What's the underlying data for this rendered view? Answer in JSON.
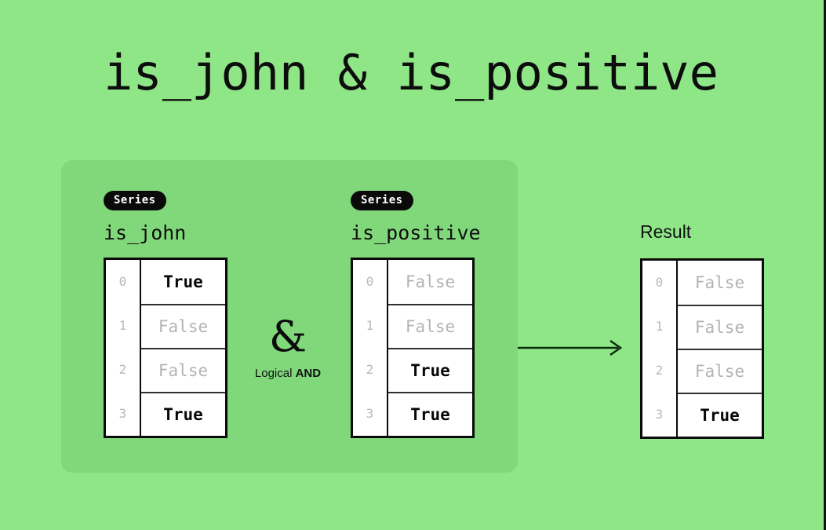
{
  "title": "is_john & is_positive",
  "operator": {
    "symbol": "&",
    "caption_prefix": "Logical ",
    "caption_bold": "AND",
    "arrow_icon": "right-arrow-icon"
  },
  "colors": {
    "page_background": "#8fe687",
    "panel_background": "#80d87b",
    "true_text": "#070707",
    "false_text": "#b3b3b3",
    "index_text": "#b9b9b9",
    "badge_background": "#0a0a0a",
    "badge_text": "#ffffff",
    "border": "#0a0a0a"
  },
  "operands": [
    {
      "badge": "Series",
      "name": "is_john",
      "indices": [
        "0",
        "1",
        "2",
        "3"
      ],
      "values": [
        "True",
        "False",
        "False",
        "True"
      ]
    },
    {
      "badge": "Series",
      "name": "is_positive",
      "indices": [
        "0",
        "1",
        "2",
        "3"
      ],
      "values": [
        "False",
        "False",
        "True",
        "True"
      ]
    }
  ],
  "result": {
    "label": "Result",
    "indices": [
      "0",
      "1",
      "2",
      "3"
    ],
    "values": [
      "False",
      "False",
      "False",
      "True"
    ]
  }
}
